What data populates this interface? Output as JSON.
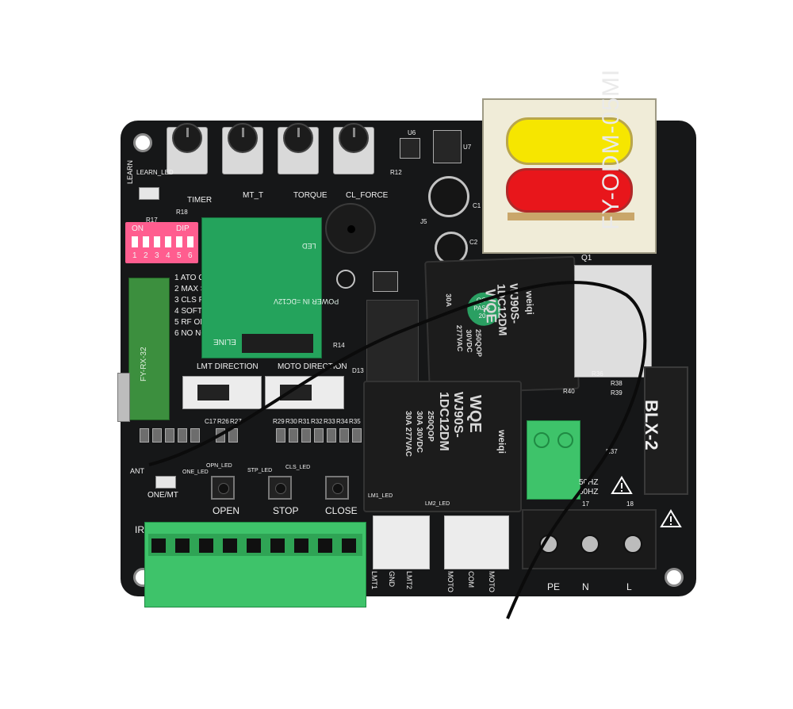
{
  "board": {
    "model": "FY-ODM-05MI",
    "pots": [
      "TIMER",
      "MT_T",
      "TORQUE",
      "CL_FORCE"
    ],
    "learn_label": "LEARN",
    "learn_led": "LEARN_LED",
    "dip": {
      "on": "ON",
      "dip": "DIP",
      "numbers": [
        "1",
        "2",
        "3",
        "4",
        "5",
        "6"
      ]
    },
    "dip_functions": [
      "1 ATO C",
      "2 MAX S",
      "3 CLS F",
      "4 SOFT",
      "5 RF ON",
      "6 NO NC"
    ],
    "rx_module": "FY-RX-32",
    "module_text": [
      "POWER IN =DC12V",
      "ELINE",
      "LED"
    ],
    "switches": [
      "LMT DIRECTION",
      "MOTO DIRECTION"
    ],
    "buttons": [
      "OPEN",
      "STOP",
      "CLOSE"
    ],
    "one_mt": "ONE/MT",
    "ant": "ANT",
    "ir": "IR S",
    "leds": [
      "OPN_LED",
      "STP_LED",
      "CLS_LED",
      "LM1_LED",
      "LM2_LED",
      "ONE_LED"
    ],
    "limit_header": [
      "LMT1",
      "GND",
      "LMT2"
    ],
    "motor_header": [
      "MOTO",
      "COM",
      "MOTO"
    ],
    "power_terminal": [
      "PE",
      "N",
      "L"
    ],
    "terminal_numbers": [
      "17",
      "18"
    ],
    "freq": [
      "50HZ",
      "60HZ"
    ],
    "relay_big": {
      "brand": "WQE",
      "sub": "weiqi",
      "model": "WJ90S-1DC12DM",
      "spec": [
        "30A  277VAC",
        "30A  30VDC",
        "250QOP"
      ]
    },
    "relay_top": {
      "brand": "WQE",
      "sub": "weiqi",
      "model": "WJ90S-1DC12DM",
      "spec": [
        "30A",
        "277VAC",
        "30VDC",
        "250QOP"
      ]
    },
    "qc_sticker": [
      "QC",
      "PASS",
      "20"
    ],
    "bridge": "BLX-2",
    "q1": "Q1",
    "refs": [
      "R18",
      "R17",
      "R30",
      "R31",
      "R32",
      "R33",
      "R34",
      "R35",
      "C17",
      "R26",
      "R27",
      "R29",
      "R36",
      "R37",
      "R38",
      "R39",
      "R40",
      "U6",
      "U7",
      "C1",
      "C2",
      "J5",
      "R12",
      "D13",
      "R14"
    ]
  },
  "colors": {
    "pcb": "#161718",
    "silkscreen": "#f2f2f2",
    "terminal_green": "#3ec36a",
    "dip_pink": "#ff5d8f",
    "transformer_yellow": "#f6e600",
    "transformer_red": "#e8161b"
  }
}
